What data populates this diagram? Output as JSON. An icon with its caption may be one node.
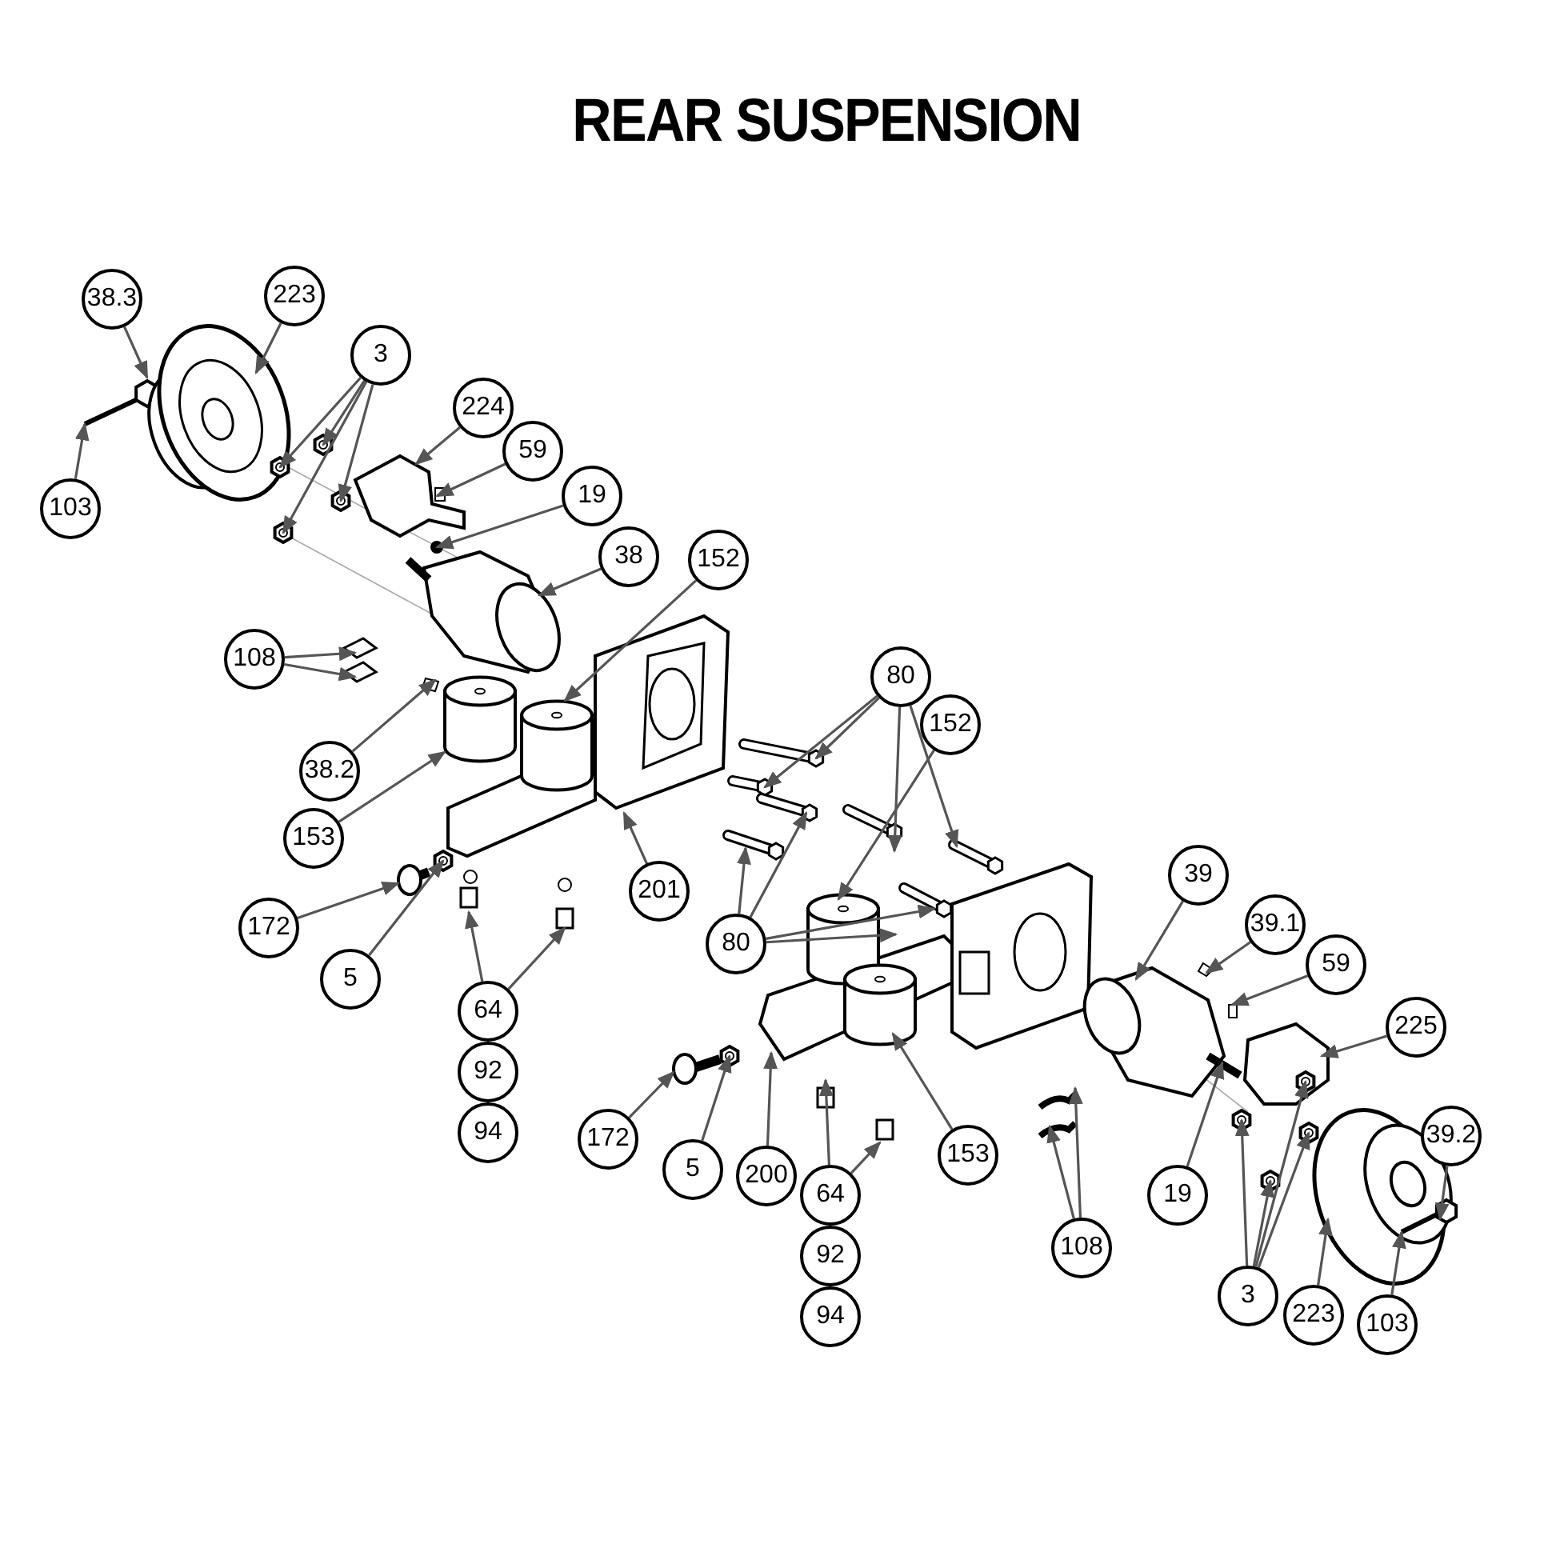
{
  "diagram": {
    "title": "REAR SUSPENSION",
    "nodes": [
      {
        "text": [
          "38.3"
        ]
      },
      {
        "text": [
          "223"
        ]
      },
      {
        "text": [
          "3"
        ]
      },
      {
        "text": [
          "224"
        ]
      },
      {
        "text": [
          "59"
        ]
      },
      {
        "text": [
          "103"
        ]
      },
      {
        "text": [
          "19"
        ]
      },
      {
        "text": [
          "38"
        ]
      },
      {
        "text": [
          "152"
        ]
      },
      {
        "text": [
          "108"
        ]
      },
      {
        "text": [
          "80"
        ]
      },
      {
        "text": [
          "152"
        ]
      },
      {
        "text": [
          "38.2"
        ]
      },
      {
        "text": [
          "153"
        ]
      },
      {
        "text": [
          "201"
        ]
      },
      {
        "text": [
          "39"
        ]
      },
      {
        "text": [
          "172"
        ]
      },
      {
        "text": [
          "80"
        ]
      },
      {
        "text": [
          "39.1"
        ]
      },
      {
        "text": [
          "5"
        ]
      },
      {
        "text": [
          "59"
        ]
      },
      {
        "text": [
          "64"
        ]
      },
      {
        "text": [
          "225"
        ]
      },
      {
        "text": [
          "92"
        ]
      },
      {
        "text": [
          "94"
        ]
      },
      {
        "text": [
          "172"
        ]
      },
      {
        "text": [
          "39.2"
        ]
      },
      {
        "text": [
          "5"
        ]
      },
      {
        "text": [
          "200"
        ]
      },
      {
        "text": [
          "153"
        ]
      },
      {
        "text": [
          "19"
        ]
      },
      {
        "text": [
          "64"
        ]
      },
      {
        "text": [
          "108"
        ]
      },
      {
        "text": [
          "92"
        ]
      },
      {
        "text": [
          "3"
        ]
      },
      {
        "text": [
          "223"
        ]
      },
      {
        "text": [
          "103"
        ]
      },
      {
        "text": [
          "94"
        ]
      }
    ],
    "edges": [
      {
        "from": 0,
        "to": null,
        "arrow": "to"
      },
      {
        "from": 1,
        "to": null,
        "arrow": "to"
      },
      {
        "from": 2,
        "to": null,
        "arrow": "to"
      },
      {
        "from": 2,
        "to": null,
        "arrow": "to"
      },
      {
        "from": 2,
        "to": null,
        "arrow": "to"
      },
      {
        "from": 2,
        "to": null,
        "arrow": "to"
      },
      {
        "from": 3,
        "to": null,
        "arrow": "to"
      },
      {
        "from": 4,
        "to": null,
        "arrow": "to"
      },
      {
        "from": 5,
        "to": null,
        "arrow": "to"
      },
      {
        "from": 6,
        "to": null,
        "arrow": "to"
      },
      {
        "from": 7,
        "to": null,
        "arrow": "to"
      },
      {
        "from": 8,
        "to": null,
        "arrow": "to"
      },
      {
        "from": 9,
        "to": null,
        "arrow": "to"
      },
      {
        "from": 9,
        "to": null,
        "arrow": "to"
      },
      {
        "from": 10,
        "to": null,
        "arrow": "to"
      },
      {
        "from": 10,
        "to": null,
        "arrow": "to"
      },
      {
        "from": 10,
        "to": null,
        "arrow": "to"
      },
      {
        "from": 10,
        "to": null,
        "arrow": "to"
      },
      {
        "from": 11,
        "to": null,
        "arrow": "to"
      },
      {
        "from": 12,
        "to": null,
        "arrow": "to"
      },
      {
        "from": 13,
        "to": null,
        "arrow": "to"
      },
      {
        "from": 14,
        "to": null,
        "arrow": "to"
      },
      {
        "from": 15,
        "to": null,
        "arrow": "to"
      },
      {
        "from": 16,
        "to": null,
        "arrow": "to"
      },
      {
        "from": 17,
        "to": null,
        "arrow": "to"
      },
      {
        "from": 17,
        "to": null,
        "arrow": "to"
      },
      {
        "from": 17,
        "to": null,
        "arrow": "to"
      },
      {
        "from": 17,
        "to": null,
        "arrow": "to"
      },
      {
        "from": 18,
        "to": null,
        "arrow": "to"
      },
      {
        "from": 19,
        "to": null,
        "arrow": "to"
      },
      {
        "from": 20,
        "to": null,
        "arrow": "to"
      },
      {
        "from": 21,
        "to": null,
        "arrow": "to"
      },
      {
        "from": 21,
        "to": null,
        "arrow": "to"
      },
      {
        "from": 22,
        "to": null,
        "arrow": "to"
      },
      {
        "from": 25,
        "to": null,
        "arrow": "to"
      },
      {
        "from": 26,
        "to": null,
        "arrow": "to"
      },
      {
        "from": 27,
        "to": null,
        "arrow": "to"
      },
      {
        "from": 28,
        "to": null,
        "arrow": "to"
      },
      {
        "from": 29,
        "to": null,
        "arrow": "to"
      },
      {
        "from": 30,
        "to": null,
        "arrow": "to"
      },
      {
        "from": 31,
        "to": null,
        "arrow": "to"
      },
      {
        "from": 31,
        "to": null,
        "arrow": "to"
      },
      {
        "from": 32,
        "to": null,
        "arrow": "to"
      },
      {
        "from": 32,
        "to": null,
        "arrow": "to"
      },
      {
        "from": 34,
        "to": null,
        "arrow": "to"
      },
      {
        "from": 34,
        "to": null,
        "arrow": "to"
      },
      {
        "from": 34,
        "to": null,
        "arrow": "to"
      },
      {
        "from": 34,
        "to": null,
        "arrow": "to"
      },
      {
        "from": 35,
        "to": null,
        "arrow": "to"
      },
      {
        "from": 36,
        "to": null,
        "arrow": "to"
      }
    ]
  }
}
